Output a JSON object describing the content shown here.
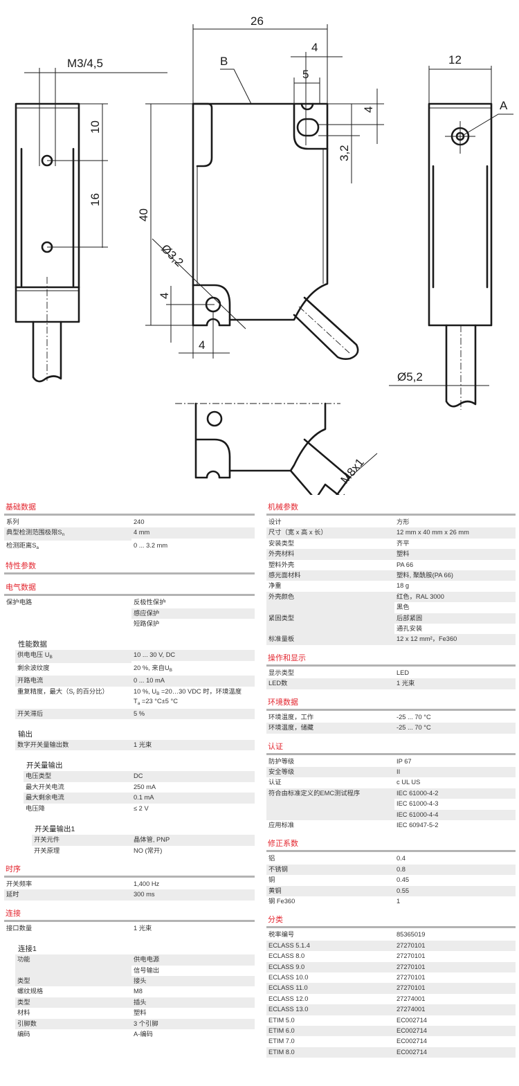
{
  "drawing": {
    "dims": {
      "width_26": "26",
      "slot_4": "4",
      "slot_5": "5",
      "slot_height_4": "4",
      "slot_offset_3_2": "3,2",
      "thread": "M3/4,5",
      "hole_10": "10",
      "hole_16": "16",
      "height_40": "40",
      "hole_dia": "Ø3,2",
      "hole_v_4": "4",
      "hole_h_4": "4",
      "label_b": "B",
      "depth_12": "12",
      "label_a": "A",
      "cable_dia": "Ø5,2",
      "connector": "M8x1"
    }
  },
  "left": [
    {
      "kind": "section",
      "title": "基础数据",
      "rows": [
        {
          "label": "系列",
          "values": [
            "240"
          ]
        },
        {
          "label": [
            {
              "t": "典型检测范围极限S"
            },
            {
              "sub": "n"
            }
          ],
          "values": [
            "4 mm"
          ]
        },
        {
          "label": [
            {
              "t": "检测距离S"
            },
            {
              "sub": "a"
            }
          ],
          "values": [
            "0 ... 3.2 mm"
          ]
        }
      ]
    },
    {
      "kind": "section",
      "title": "特性参数",
      "rows": []
    },
    {
      "kind": "section",
      "title": "电气数据",
      "rows": [
        {
          "label": "保护电路",
          "values": [
            "反极性保护",
            "感应保护",
            "短路保护"
          ]
        }
      ]
    },
    {
      "kind": "group",
      "level": 1,
      "title": "性能数据",
      "rows": [
        {
          "label": [
            {
              "t": "供电电压 U"
            },
            {
              "sub": "B"
            }
          ],
          "values": [
            "10 ... 30 V, DC"
          ]
        },
        {
          "label": "剩余波纹度",
          "values": [
            [
              {
                "t": "20 %, 来自U"
              },
              {
                "sub": "B"
              }
            ]
          ]
        },
        {
          "label": "开路电流",
          "values": [
            "0 ... 10 mA"
          ]
        },
        {
          "label": [
            {
              "t": "重复精度，最大（S"
            },
            {
              "sub": "r"
            },
            {
              "t": " 的百分比）"
            }
          ],
          "values": [
            [
              {
                "t": "10 %, U"
              },
              {
                "sub": "B"
              },
              {
                "t": " =20…30 VDC 时，环境温度"
              },
              {
                "nl": true
              },
              {
                "t": "T"
              },
              {
                "sub": "a"
              },
              {
                "t": " =23 °C±5 °C"
              }
            ]
          ]
        },
        {
          "label": "开关滞后",
          "values": [
            "5 %"
          ]
        }
      ]
    },
    {
      "kind": "group",
      "level": 1,
      "title": "输出",
      "rows": [
        {
          "label": "数字开关量输出数",
          "values": [
            "1 光束"
          ]
        }
      ]
    },
    {
      "kind": "group",
      "level": 2,
      "title": "开关量输出",
      "rows": [
        {
          "label": "电压类型",
          "values": [
            "DC"
          ]
        },
        {
          "label": "最大开关电流",
          "values": [
            "250 mA"
          ]
        },
        {
          "label": "最大剩余电流",
          "values": [
            "0.1 mA"
          ]
        },
        {
          "label": "电压降",
          "values": [
            "≤ 2 V"
          ]
        }
      ]
    },
    {
      "kind": "group",
      "level": 3,
      "title": "开关量输出1",
      "rows": [
        {
          "label": "开关元件",
          "values": [
            "晶体管, PNP"
          ]
        },
        {
          "label": "开关原理",
          "values": [
            "NO (常开)"
          ]
        }
      ]
    },
    {
      "kind": "section",
      "title": "时序",
      "rows": [
        {
          "label": "开关频率",
          "values": [
            "1,400 Hz"
          ]
        },
        {
          "label": "延时",
          "values": [
            "300 ms"
          ]
        }
      ]
    },
    {
      "kind": "section",
      "title": "连接",
      "rows": [
        {
          "label": "接口数量",
          "values": [
            "1 光束"
          ]
        }
      ]
    },
    {
      "kind": "group",
      "level": 1,
      "title": "连接1",
      "rows": [
        {
          "label": "功能",
          "values": [
            "供电电源",
            "信号输出"
          ]
        },
        {
          "label": "类型",
          "values": [
            "接头"
          ]
        },
        {
          "label": "螺纹规格",
          "values": [
            "M8"
          ]
        },
        {
          "label": "类型",
          "values": [
            "插头"
          ]
        },
        {
          "label": "材料",
          "values": [
            "塑料"
          ]
        },
        {
          "label": "引脚数",
          "values": [
            "3 个引脚"
          ]
        },
        {
          "label": "编码",
          "values": [
            "A-编码"
          ]
        }
      ]
    }
  ],
  "right": [
    {
      "kind": "section",
      "title": "机械参数",
      "rows": [
        {
          "label": "设计",
          "values": [
            "方形"
          ]
        },
        {
          "label": "尺寸（宽 x 高 x 长）",
          "values": [
            "12 mm x 40 mm x 26 mm"
          ]
        },
        {
          "label": "安装类型",
          "values": [
            "齐平"
          ]
        },
        {
          "label": "外壳材料",
          "values": [
            "塑料"
          ]
        },
        {
          "label": "塑料外壳",
          "values": [
            "PA 66"
          ]
        },
        {
          "label": "感光面材料",
          "values": [
            "塑料, 聚酰胺(PA 66)"
          ]
        },
        {
          "label": "净重",
          "values": [
            "18 g"
          ]
        },
        {
          "label": "外壳颜色",
          "values": [
            "红色，RAL 3000",
            "黑色"
          ]
        },
        {
          "label": "紧固类型",
          "values": [
            "后部紧固",
            "通孔安装"
          ]
        },
        {
          "label": "标准量板",
          "values": [
            "12 x 12 mm²，Fe360"
          ]
        }
      ]
    },
    {
      "kind": "section",
      "title": "操作和显示",
      "rows": [
        {
          "label": "显示类型",
          "values": [
            "LED"
          ]
        },
        {
          "label": "LED数",
          "values": [
            "1 光束"
          ]
        }
      ]
    },
    {
      "kind": "section",
      "title": "环境数据",
      "rows": [
        {
          "label": "环境温度，工作",
          "values": [
            "-25 ... 70 °C"
          ]
        },
        {
          "label": "环境温度，储藏",
          "values": [
            "-25 ... 70 °C"
          ]
        }
      ]
    },
    {
      "kind": "section",
      "title": "认证",
      "rows": [
        {
          "label": "防护等级",
          "values": [
            "IP 67"
          ]
        },
        {
          "label": "安全等级",
          "values": [
            "II"
          ]
        },
        {
          "label": "认证",
          "values": [
            "c UL US"
          ]
        },
        {
          "label": "符合由标准定义的EMC测试程序",
          "values": [
            "IEC 61000-4-2",
            "IEC 61000-4-3",
            "IEC 61000-4-4"
          ]
        },
        {
          "label": "应用标准",
          "values": [
            "IEC 60947-5-2"
          ]
        }
      ]
    },
    {
      "kind": "section",
      "title": "修正系数",
      "rows": [
        {
          "label": "铝",
          "values": [
            "0.4"
          ]
        },
        {
          "label": "不锈钢",
          "values": [
            "0.8"
          ]
        },
        {
          "label": "铜",
          "values": [
            "0.45"
          ]
        },
        {
          "label": "黄铜",
          "values": [
            "0.55"
          ]
        },
        {
          "label": "钢 Fe360",
          "values": [
            "1"
          ]
        }
      ]
    },
    {
      "kind": "section",
      "title": "分类",
      "rows": [
        {
          "label": "税率编号",
          "values": [
            "85365019"
          ]
        },
        {
          "label": "ECLASS 5.1.4",
          "values": [
            "27270101"
          ]
        },
        {
          "label": "ECLASS 8.0",
          "values": [
            "27270101"
          ]
        },
        {
          "label": "ECLASS 9.0",
          "values": [
            "27270101"
          ]
        },
        {
          "label": "ECLASS 10.0",
          "values": [
            "27270101"
          ]
        },
        {
          "label": "ECLASS 11.0",
          "values": [
            "27270101"
          ]
        },
        {
          "label": "ECLASS 12.0",
          "values": [
            "27274001"
          ]
        },
        {
          "label": "ECLASS 13.0",
          "values": [
            "27274001"
          ]
        },
        {
          "label": "ETIM 5.0",
          "values": [
            "EC002714"
          ]
        },
        {
          "label": "ETIM 6.0",
          "values": [
            "EC002714"
          ]
        },
        {
          "label": "ETIM 7.0",
          "values": [
            "EC002714"
          ]
        },
        {
          "label": "ETIM 8.0",
          "values": [
            "EC002714"
          ]
        }
      ]
    }
  ]
}
